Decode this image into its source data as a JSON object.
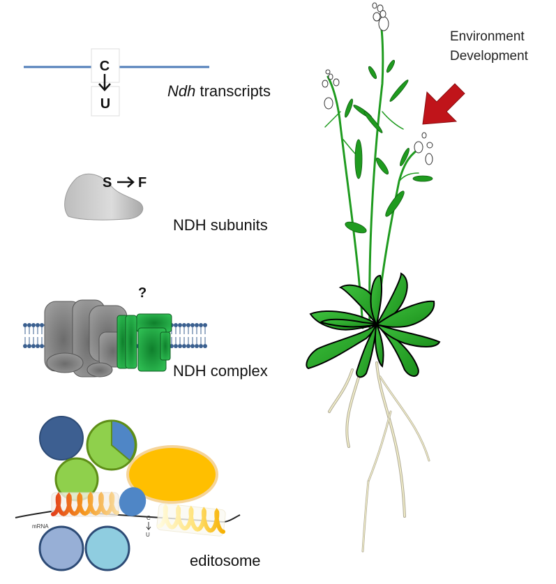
{
  "transcripts": {
    "base_top": "C",
    "base_bottom": "U",
    "label_italic": "Ndh",
    "label_rest": " transcripts"
  },
  "subunits": {
    "change_from": "S",
    "change_to": "F",
    "label": "NDH subunits"
  },
  "complex": {
    "question": "?",
    "label": "NDH complex"
  },
  "editosome": {
    "mrna": "mRNA",
    "base_top": "C",
    "base_bottom": "U",
    "label": "editosome"
  },
  "plant": {
    "factor_1": "Environment",
    "factor_2": "Development"
  },
  "colors": {
    "membrane": "#3a5f8f",
    "complex_gray": "#8a8a8a",
    "complex_green": "#22a045",
    "leaf_green": "#2faa2f",
    "arrow_red": "#c0141a",
    "ellipse_orange": "#ffbf00",
    "circle_navy": "#3d5f91",
    "circle_lime": "#8fd04c",
    "circle_pale_blue": "#97afd6",
    "circle_teal": "#8fcde0"
  }
}
